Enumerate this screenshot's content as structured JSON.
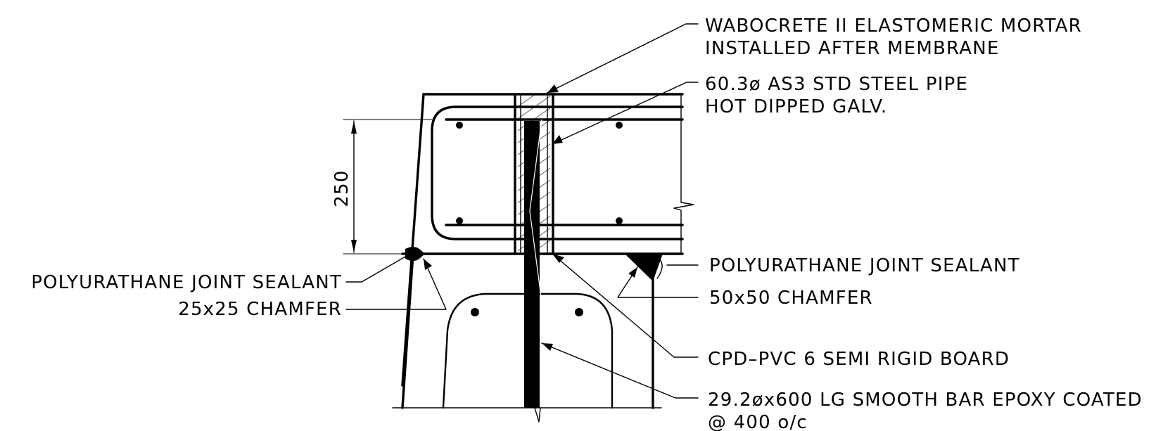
{
  "labels": {
    "mortar_line1": "WABOCRETE II ELASTOMERIC MORTAR",
    "mortar_line2": "INSTALLED AFTER MEMBRANE",
    "pipe_line1": "60.3ø AS3 STD STEEL PIPE",
    "pipe_line2": "HOT DIPPED GALV.",
    "sealant_left": "POLYURATHANE JOINT SEALANT",
    "chamfer_left": "25x25 CHAMFER",
    "sealant_right": "POLYURATHANE JOINT SEALANT",
    "chamfer_right": "50x50 CHAMFER",
    "board": "CPD–PVC 6 SEMI RIGID BOARD",
    "bar_line1": "29.2øx600 LG SMOOTH BAR EPOXY COATED",
    "bar_line2": "@ 400 o/c"
  },
  "dimension": {
    "value": "250"
  }
}
